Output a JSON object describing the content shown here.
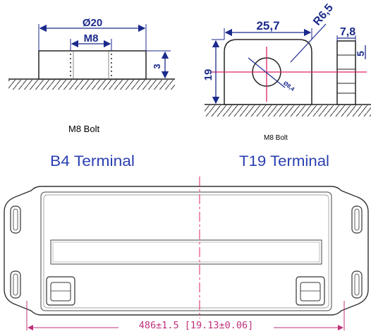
{
  "terminals": [
    {
      "name": "B4 Terminal",
      "bolt": "M8 Bolt",
      "dims": {
        "outer_diameter": "Ø20",
        "thread": "M8",
        "height": "3"
      }
    },
    {
      "name": "T19 Terminal",
      "bolt": "M8 Bolt",
      "dims": {
        "width": "25,7",
        "radius": "R6,5",
        "thickness": "7,8",
        "height": "19",
        "hole": "Ø8,4",
        "side": "5"
      }
    }
  ],
  "battery": {
    "overall_width": "486±1.5 [19.13±0.06]"
  },
  "colors": {
    "dimension": "#1b2a8c",
    "terminal_title": "#2a3fb0",
    "centerline": "#e0206a",
    "width_annotation": "#c0307a",
    "outline": "#333333"
  }
}
